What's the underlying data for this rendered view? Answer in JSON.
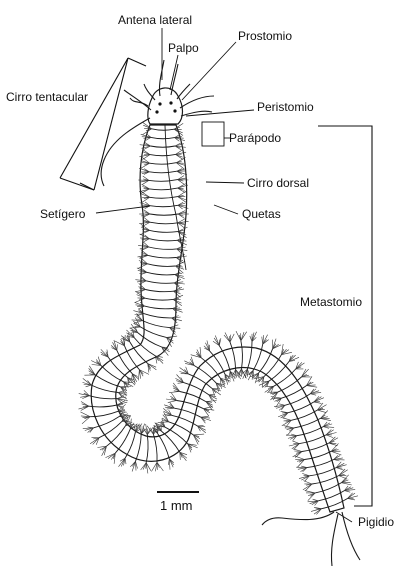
{
  "labels": {
    "antena_lateral": "Antena lateral",
    "palpo": "Palpo",
    "prostomio": "Prostomio",
    "cirro_tentacular": "Cirro tentacular",
    "peristomio": "Peristomio",
    "parapodo": "Parápodo",
    "cirro_dorsal": "Cirro dorsal",
    "setigero": "Setígero",
    "quetas": "Quetas",
    "metastomio": "Metastomio",
    "pigidio": "Pigidio"
  },
  "scale_bar": {
    "label": "1 mm"
  },
  "colors": {
    "ink": "#111111",
    "background": "#ffffff"
  }
}
